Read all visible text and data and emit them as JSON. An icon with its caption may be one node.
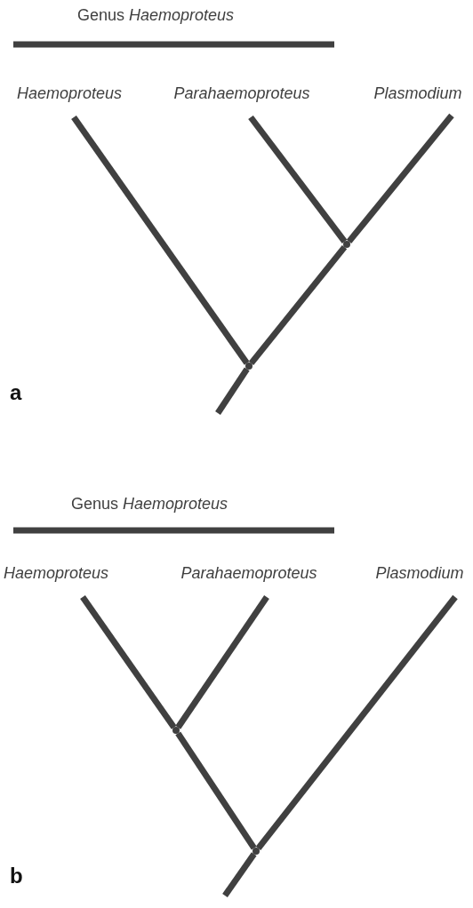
{
  "diagram": {
    "nodes": [
      {
        "text": [
          "Haemoproteus"
        ]
      },
      {
        "text": [
          "Parahaemoproteus"
        ]
      },
      {
        "text": [
          "Plasmodium"
        ]
      },
      {
        "text": [],
        "shape": "point"
      },
      {
        "text": [],
        "shape": "point"
      },
      {
        "text": [
          "Haemoproteus"
        ]
      },
      {
        "text": [
          "Parahaemoproteus"
        ]
      },
      {
        "text": [
          "Plasmodium"
        ]
      },
      {
        "text": [],
        "shape": "point"
      },
      {
        "text": [],
        "shape": "point"
      }
    ],
    "edges": [
      {
        "from": null,
        "to": 3,
        "arrow": "none"
      },
      {
        "from": 3,
        "to": 0,
        "arrow": "none"
      },
      {
        "from": 3,
        "to": 4,
        "arrow": "none"
      },
      {
        "from": 4,
        "to": 1,
        "arrow": "none"
      },
      {
        "from": 4,
        "to": 2,
        "arrow": "none"
      },
      {
        "from": null,
        "to": 8,
        "arrow": "none"
      },
      {
        "from": 8,
        "to": 9,
        "arrow": "none"
      },
      {
        "from": 9,
        "to": 5,
        "arrow": "none"
      },
      {
        "from": 9,
        "to": 6,
        "arrow": "none"
      },
      {
        "from": 8,
        "to": 7,
        "arrow": "none"
      }
    ],
    "labels": [
      "Genus *Haemoproteus*",
      "a",
      "Genus *Haemoproteus*",
      "b"
    ]
  }
}
